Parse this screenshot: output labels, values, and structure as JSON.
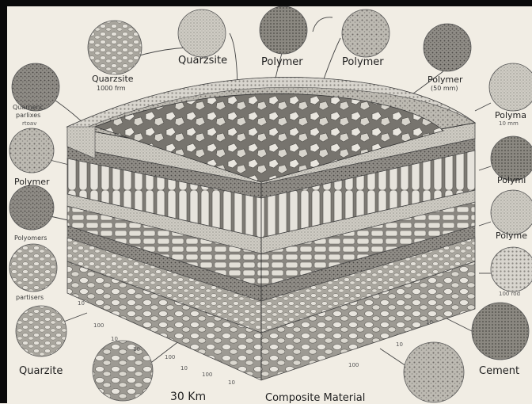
{
  "labels": {
    "quarzsite_top": "Quarzsite",
    "polymer_top_1": "Polymer",
    "polymer_top_2": "Polymer",
    "quarzsite_left": "Quarzsite",
    "quarzsite_left_size": "1000 frm",
    "polymer_right_top": "Polymer",
    "polymer_right_top_size": "(50 mm)",
    "quarnenc_left": "Quarnenc",
    "parlixes_left": "parlixes",
    "misc_left_small": "rtoav",
    "polyma_right_1": "Polyma",
    "polyma_right_1_size": "10 mm",
    "polymer_left": "Polymer",
    "polymi_right": "Polymi",
    "polyomers_left": "Polyomers",
    "polyme_right": "Polyme",
    "partisers_left": "partisers",
    "rod_right": "100 rod",
    "quarzite_bottom_left": "Quarzite",
    "cement_right": "Cement",
    "scale_30km": "30 Km",
    "composite_material": "Composite Material"
  },
  "scale_ticks": [
    "10",
    "100",
    "10",
    "10",
    "100",
    "10",
    "100",
    "10",
    "100",
    "10",
    "10"
  ]
}
